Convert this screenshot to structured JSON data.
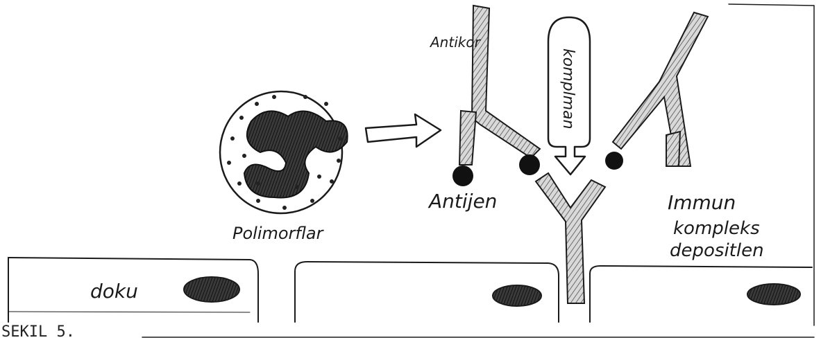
{
  "labels": {
    "antikor": "Antikor",
    "komplman": "komplman",
    "antijen": "Antijen",
    "polimorflar": "Polimorflar",
    "immun": "Immun",
    "kompleks": "kompleks",
    "deposities": "depositlen",
    "doku": "doku"
  },
  "caption": "SEKIL 5.",
  "colors": {
    "ink": "#1a1a1a",
    "hatch": "#6b6b6b",
    "paper": "#ffffff"
  }
}
